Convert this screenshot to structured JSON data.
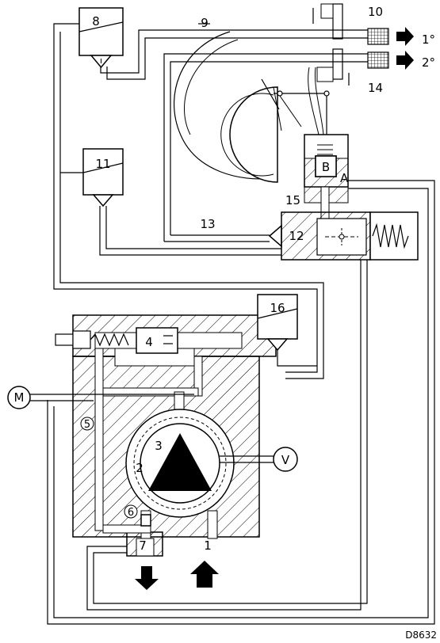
{
  "labels": {
    "l1": "1",
    "l2": "2",
    "l3": "3",
    "l4": "4",
    "l5": "5",
    "l6": "6",
    "l7": "7",
    "l8": "8",
    "l9": "9",
    "l10": "10",
    "l11": "11",
    "l12": "12",
    "l13": "13",
    "l14": "14",
    "l15": "15",
    "l16": "16",
    "stage1": "1°",
    "stage2": "2°",
    "a": "A",
    "b": "B",
    "m": "M",
    "v": "V",
    "code": "D8632"
  },
  "colors": {
    "ink": "#000000",
    "paper": "#ffffff"
  }
}
